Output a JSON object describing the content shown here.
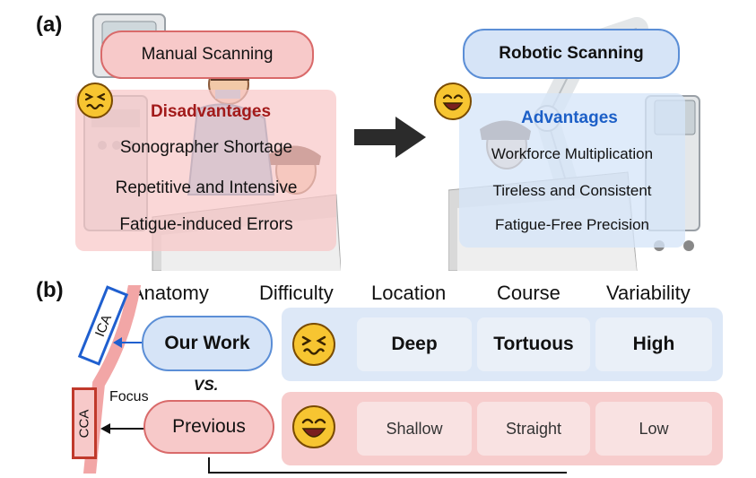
{
  "panel_a": {
    "label": "(a)",
    "manual": {
      "title": "Manual Scanning",
      "disadvantages_heading": "Disadvantages",
      "items": [
        "Sonographer Shortage",
        "Repetitive and Intensive",
        "Fatigue-induced Errors"
      ]
    },
    "robotic": {
      "title": "Robotic Scanning",
      "advantages_heading": "Advantages",
      "items": [
        "Workforce Multiplication",
        "Tireless and Consistent",
        "Fatigue-Free Precision"
      ]
    }
  },
  "panel_b": {
    "label": "(b)",
    "headers": {
      "anatomy": "Anatomy",
      "difficulty": "Difficulty",
      "location": "Location",
      "course": "Course",
      "variability": "Variability"
    },
    "our_work": {
      "label": "Our Work",
      "artery": "ICA",
      "location": "Deep",
      "course": "Tortuous",
      "variability": "High"
    },
    "vs_label": "VS.",
    "focus_label": "Focus",
    "previous": {
      "label": "Previous",
      "artery": "CCA",
      "location": "Shallow",
      "course": "Straight",
      "variability": "Low"
    }
  },
  "colors": {
    "red_fill": "#f7c9c9",
    "red_border": "#d96a6a",
    "blue_fill": "#d6e4f7",
    "blue_border": "#5b8ed6",
    "dark_red_text": "#a21a1a",
    "blue_text": "#1c5fc7"
  }
}
